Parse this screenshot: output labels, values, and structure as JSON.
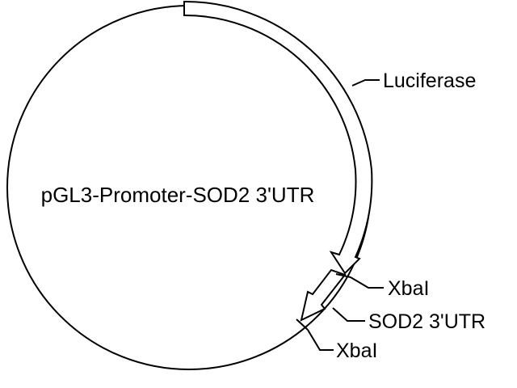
{
  "plasmid": {
    "name": "pGL3-Promoter-SOD2 3'UTR"
  },
  "features": [
    {
      "label": "Luciferase",
      "kind": "gene"
    },
    {
      "label": "SOD2 3'UTR",
      "kind": "insert"
    }
  ],
  "sites": [
    {
      "label": "XbaI"
    },
    {
      "label": "XbaI"
    }
  ],
  "colors": {
    "stroke": "#000000",
    "fill": "#ffffff"
  }
}
